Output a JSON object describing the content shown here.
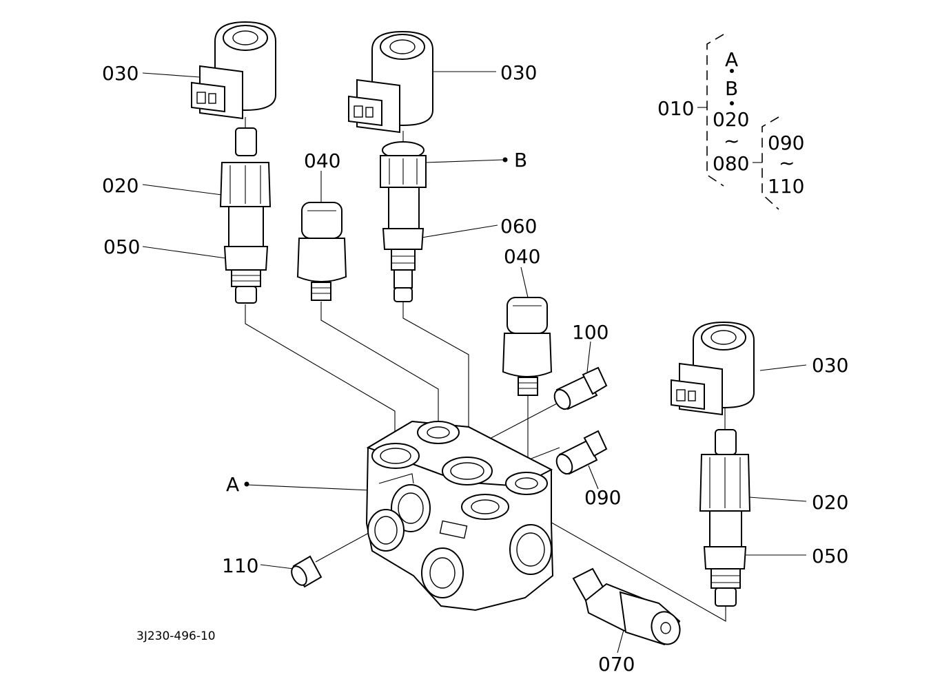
{
  "callouts": {
    "c030_top_left": "030",
    "c030_top_mid": "030",
    "c030_right": "030",
    "c020_left": "020",
    "c020_right": "020",
    "c050_left": "050",
    "c050_right": "050",
    "c040_left": "040",
    "c040_mid": "040",
    "c060": "060",
    "c100": "100",
    "c090": "090",
    "c110": "110",
    "c070": "070",
    "ref_a": "A",
    "ref_b": "B"
  },
  "legend": {
    "group_code": "010",
    "line_a": "A",
    "line_b": "B",
    "line_020": "020",
    "tilde_1": "~",
    "line_080": "080",
    "sub_090": "090",
    "tilde_2": "~",
    "sub_110": "110"
  },
  "figure_code": "3J230-496-10"
}
